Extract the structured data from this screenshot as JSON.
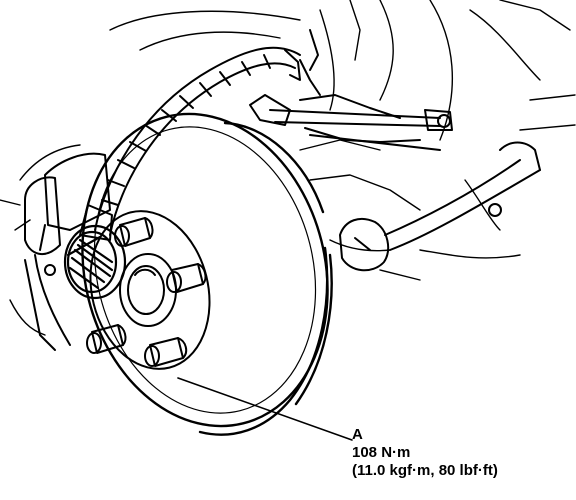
{
  "callout": {
    "letter": "A",
    "torque_metric": "108 N·m",
    "torque_alt": "(11.0 kgf·m, 80 lbf·ft)"
  },
  "colors": {
    "line": "#000000",
    "background": "#ffffff"
  }
}
